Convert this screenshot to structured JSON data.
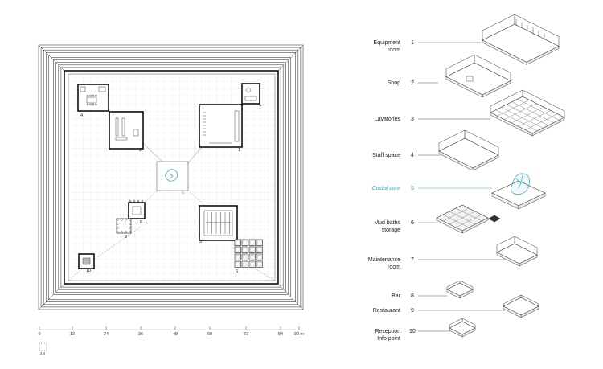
{
  "accent_color": "#35a7b5",
  "legend": [
    {
      "n": "1",
      "label": "Equipment\nroom"
    },
    {
      "n": "2",
      "label": "Shop"
    },
    {
      "n": "3",
      "label": "Lavatories"
    },
    {
      "n": "4",
      "label": "Staff space"
    },
    {
      "n": "5",
      "label": "Cristal core",
      "highlight": true
    },
    {
      "n": "6",
      "label": "Mud baths\nstorage"
    },
    {
      "n": "7",
      "label": "Maintenance\nroom"
    },
    {
      "n": "8",
      "label": "Bar"
    },
    {
      "n": "9",
      "label": "Restaurant"
    },
    {
      "n": "10",
      "label": "Reception\nInfo point"
    }
  ],
  "scale": {
    "ticks": [
      "0",
      "12",
      "24",
      "36",
      "48",
      "60",
      "72",
      "84",
      "90 m"
    ],
    "module_label": "2.4"
  },
  "plan_numbers": [
    "1",
    "2",
    "3",
    "4",
    "5",
    "6",
    "7",
    "8",
    "9",
    "10"
  ]
}
